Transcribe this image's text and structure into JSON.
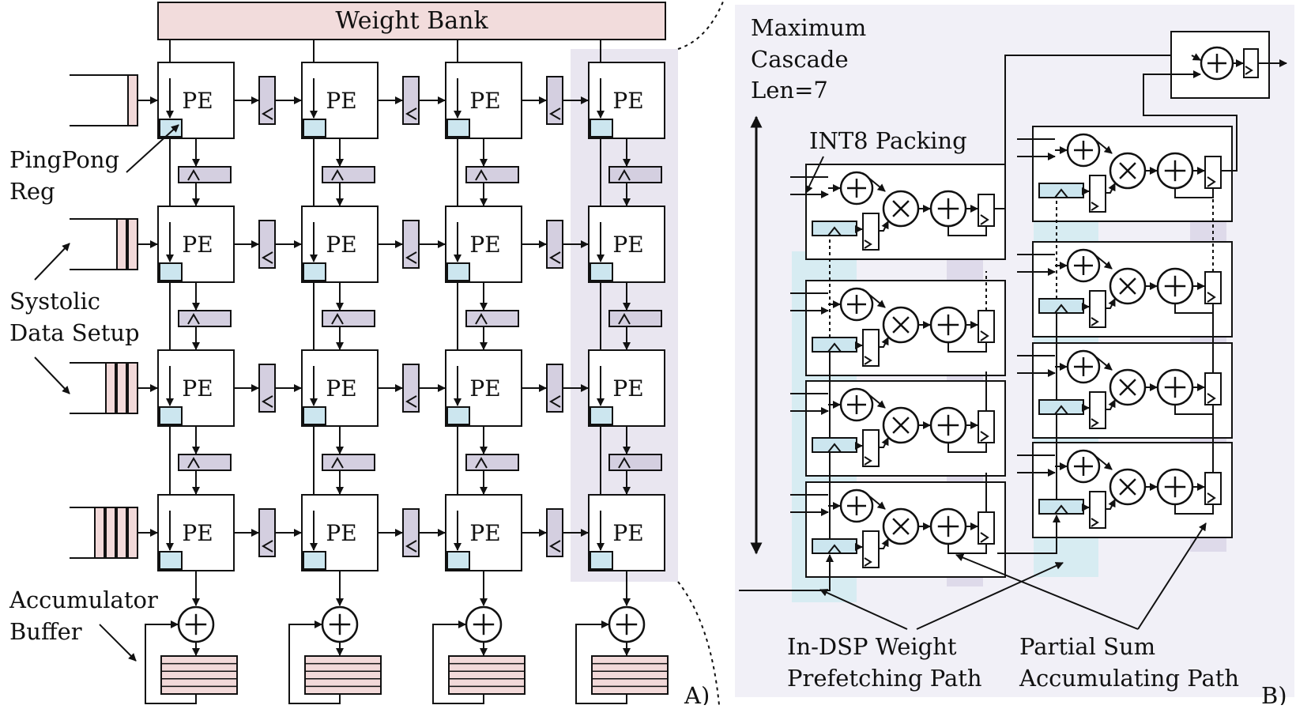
{
  "panel_a": {
    "weight_bank_label": "Weight Bank",
    "pe_label": "PE",
    "label_pingpong": [
      "PingPong",
      "Reg"
    ],
    "label_systolic": [
      "Systolic",
      "Data Setup"
    ],
    "label_accumulator": [
      "Accumulator",
      "Buffer"
    ],
    "panel_tag": "A)"
  },
  "panel_b": {
    "label_cascade": [
      "Maximum",
      "Cascade",
      "Len=7"
    ],
    "label_int8": "INT8 Packing",
    "label_prefetch": [
      "In-DSP Weight",
      "Prefetching Path"
    ],
    "label_partial": [
      "Partial Sum",
      "Accumulating Path"
    ],
    "panel_tag": "B)"
  },
  "colors": {
    "weight_bank_fill": "#f2dcdc",
    "fifo_fill": "#f2d9d9",
    "reg_fill": "#d4cfe0",
    "pingpong_fill": "#cce6ef",
    "column_highlight": "#e9e6f0",
    "panel_b_background": "#f1f0f7",
    "prefetch_band": "#d7ecf2",
    "partial_band": "#dedaea",
    "line": "#111111"
  },
  "icons": [
    "plus-circle-icon",
    "times-circle-icon",
    "register-clock-icon"
  ]
}
